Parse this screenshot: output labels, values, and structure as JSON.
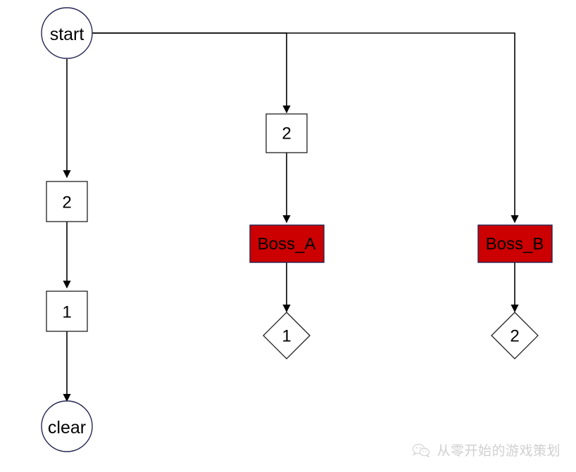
{
  "diagram": {
    "type": "flowchart",
    "background_color": "#ffffff",
    "palette": {
      "boss_fill": "#CC0000",
      "node_stroke": "#252552",
      "edge_stroke": "#000000",
      "text_color": "#000000",
      "watermark_color": "#8f8f8f"
    },
    "nodes": [
      {
        "id": "start",
        "label": "start",
        "shape": "circle",
        "column": "left",
        "fill": "#ffffff"
      },
      {
        "id": "l2",
        "label": "2",
        "shape": "rectangle",
        "column": "left",
        "fill": "#ffffff"
      },
      {
        "id": "l1",
        "label": "1",
        "shape": "rectangle",
        "column": "left",
        "fill": "#ffffff"
      },
      {
        "id": "clear",
        "label": "clear",
        "shape": "circle",
        "column": "left",
        "fill": "#ffffff"
      },
      {
        "id": "m2",
        "label": "2",
        "shape": "rectangle",
        "column": "middle",
        "fill": "#ffffff"
      },
      {
        "id": "boss_a",
        "label": "Boss_A",
        "shape": "rectangle",
        "column": "middle",
        "fill": "#CC0000"
      },
      {
        "id": "d1",
        "label": "1",
        "shape": "diamond",
        "column": "middle",
        "fill": "#ffffff"
      },
      {
        "id": "boss_b",
        "label": "Boss_B",
        "shape": "rectangle",
        "column": "right",
        "fill": "#CC0000"
      },
      {
        "id": "d2",
        "label": "2",
        "shape": "diamond",
        "column": "right",
        "fill": "#ffffff"
      }
    ],
    "edges": [
      {
        "from": "start",
        "to": "l2",
        "routing": "vertical"
      },
      {
        "from": "l2",
        "to": "l1",
        "routing": "vertical"
      },
      {
        "from": "l1",
        "to": "clear",
        "routing": "vertical"
      },
      {
        "from": "start",
        "to": "m2",
        "routing": "orthogonal-right"
      },
      {
        "from": "m2",
        "to": "boss_a",
        "routing": "vertical"
      },
      {
        "from": "boss_a",
        "to": "d1",
        "routing": "vertical"
      },
      {
        "from": "start",
        "to": "boss_b",
        "routing": "orthogonal-right"
      },
      {
        "from": "boss_b",
        "to": "d2",
        "routing": "vertical"
      }
    ]
  },
  "labels": {
    "start": "start",
    "left_two": "2",
    "left_one": "1",
    "clear": "clear",
    "mid_two": "2",
    "boss_a": "Boss_A",
    "diamond_one": "1",
    "boss_b": "Boss_B",
    "diamond_two": "2"
  },
  "watermark": {
    "text": "从零开始的游戏策划",
    "icon": "wechat-logo-icon"
  }
}
